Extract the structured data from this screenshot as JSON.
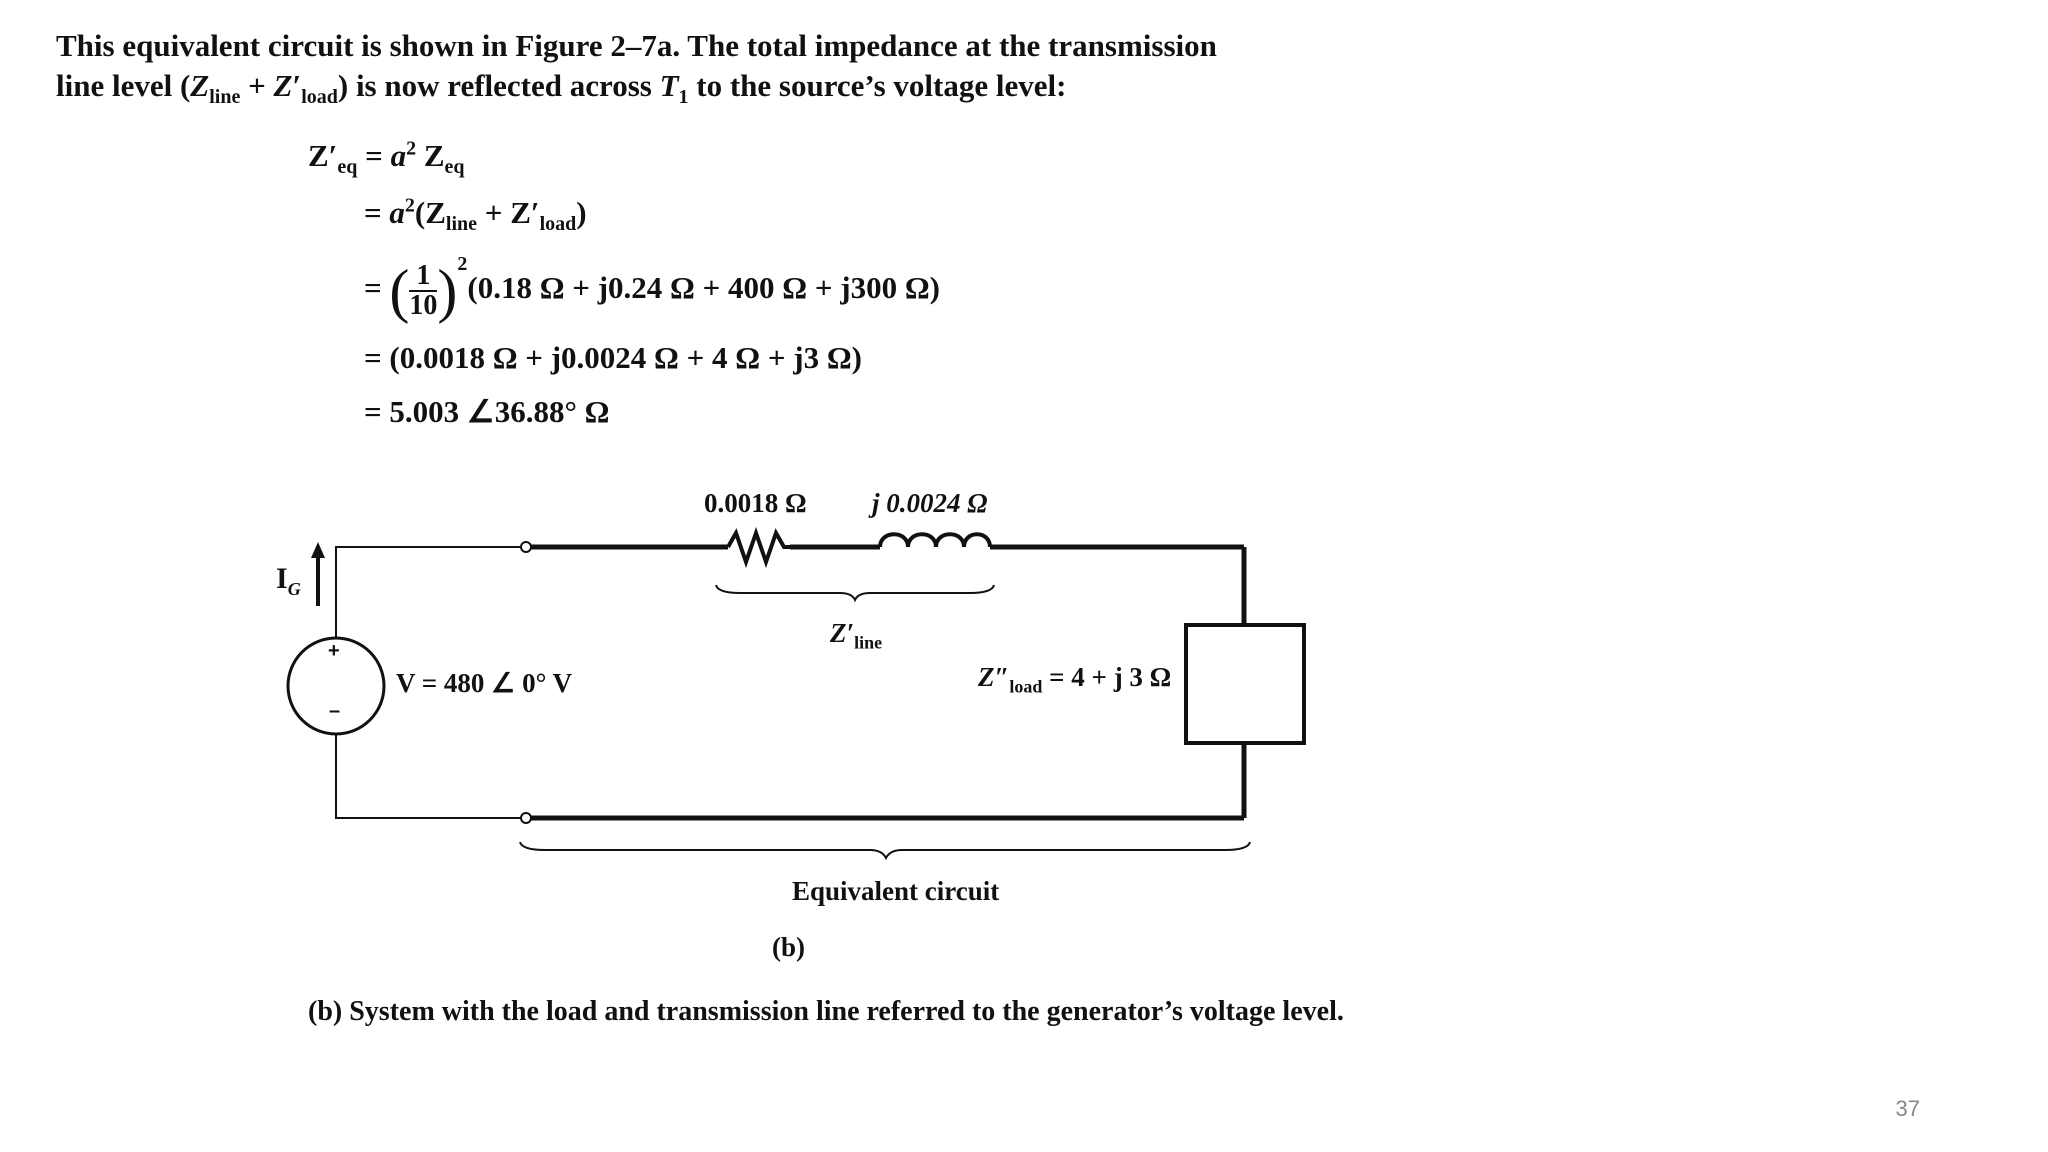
{
  "intro": {
    "line1": "This equivalent circuit is shown in Figure 2–7a. The total impedance at the transmission",
    "line2_a": "line level (",
    "z_line": "Z",
    "z_line_sub": "line",
    "plus": " + ",
    "z_load": "Z",
    "z_load_prime": "′",
    "z_load_sub": "load",
    "line2_b": ") is now reflected across ",
    "t": "T",
    "t_sub": "1",
    "line2_c": " to the source’s voltage level:"
  },
  "equations": {
    "eq1_lhs": "Z′",
    "eq1_lhs_sub": "eq",
    "eq1_rhs_a": " = ",
    "eq1_a": "a",
    "eq1_sup": "2",
    "eq1_z": " Z",
    "eq1_z_sub": "eq",
    "eq2_a": "= ",
    "eq2_aa": "a",
    "eq2_sup": "2",
    "eq2_b": "(Z",
    "eq2_sub1": "line",
    "eq2_c": " + Z′",
    "eq2_sub2": "load",
    "eq2_d": ")",
    "eq3_eq": "=",
    "eq3_num": "1",
    "eq3_den": "10",
    "eq3_exp": "2",
    "eq3_body": "(0.18 Ω + j0.24 Ω + 400 Ω + j300 Ω)",
    "eq4": "= (0.0018 Ω + j0.0024 Ω + 4 Ω + j3 Ω)",
    "eq5": "= 5.003 ∠36.88° Ω"
  },
  "circuit": {
    "r_label": "0.0018 Ω",
    "x_label": "j 0.0024 Ω",
    "zline_label": "Z′",
    "zline_sub": "line",
    "source_label": "V = 480 ∠ 0° V",
    "current_label": "I",
    "current_sub": "G",
    "plus_sign": "+",
    "minus_sign": "–",
    "zload_label_a": "Z″",
    "zload_sub": "load",
    "zload_label_b": " = 4 + j 3 Ω",
    "brace_label": "Equivalent circuit",
    "figure_tag": "(b)"
  },
  "caption": "(b) System with the load  and transmission line referred to the generator’s voltage level.",
  "page_number": "37"
}
